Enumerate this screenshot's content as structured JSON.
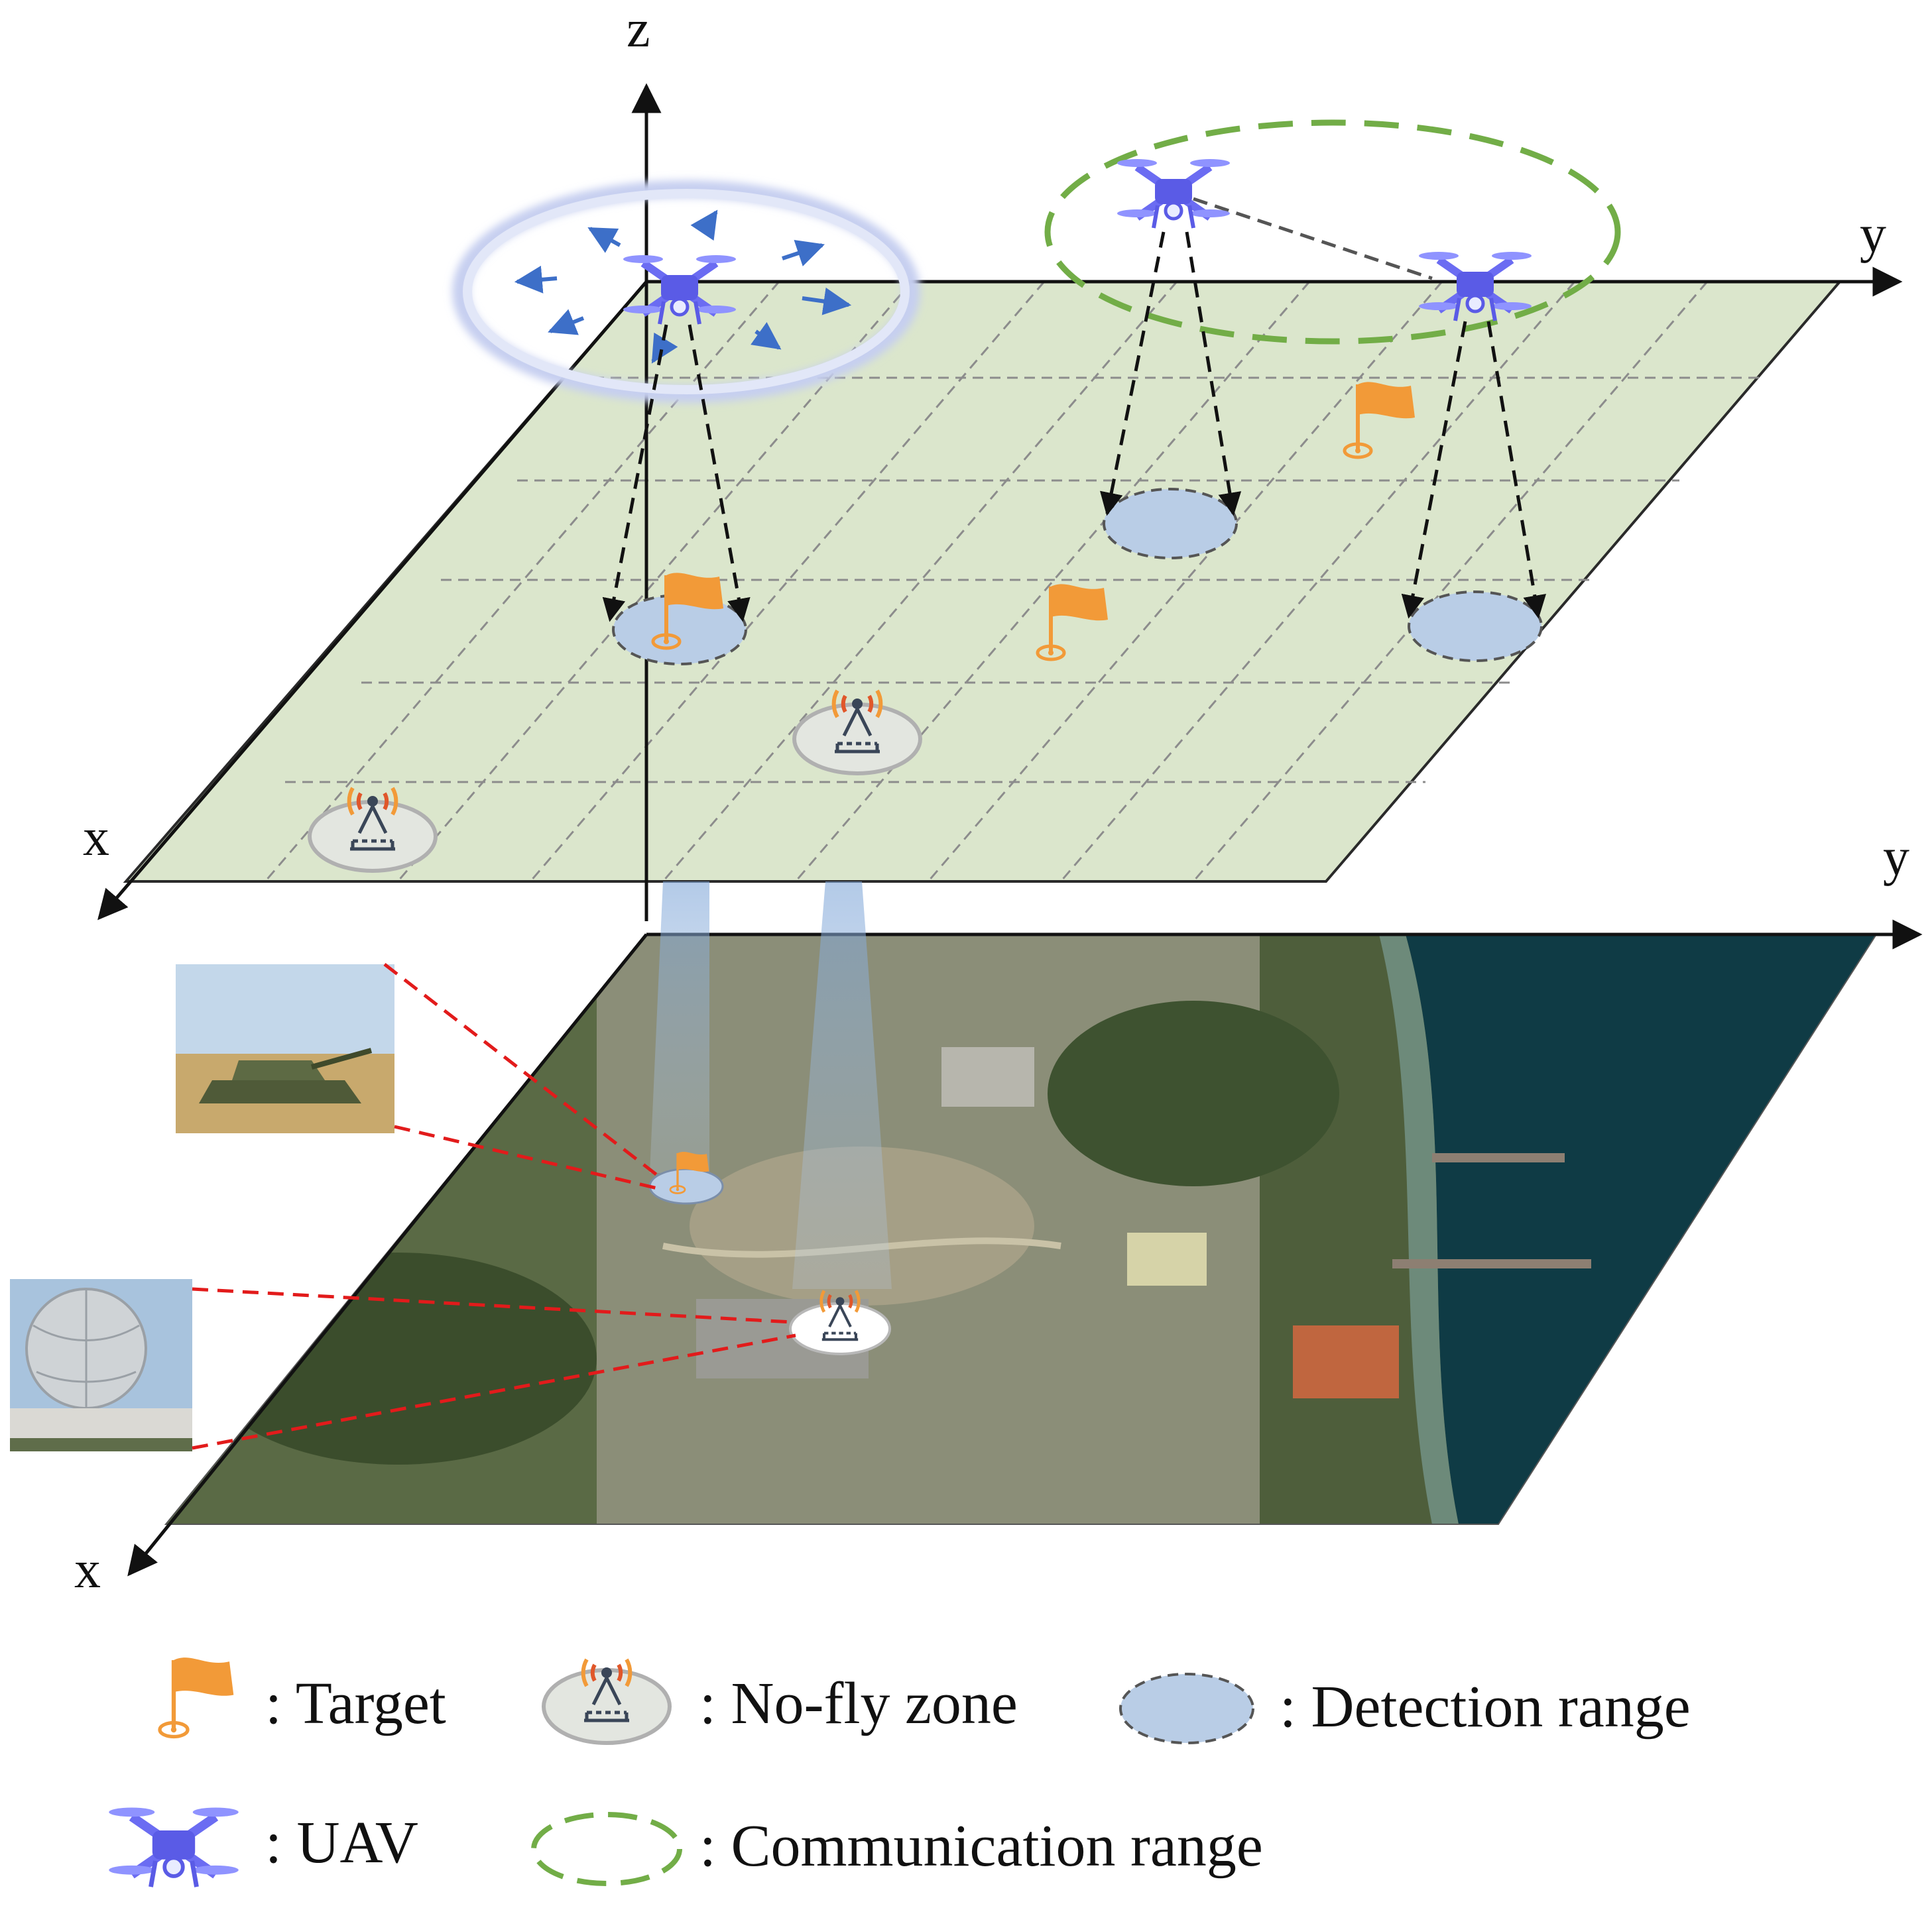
{
  "axes": {
    "top": {
      "z": "z",
      "y": "y",
      "x": "x"
    },
    "bottom": {
      "y": "y",
      "x": "x"
    }
  },
  "legend": {
    "target": ": Target",
    "no_fly_zone": ": No-fly zone",
    "detection_range": ": Detection range",
    "uav": ": UAV",
    "communication_range": ": Communication range"
  },
  "colors": {
    "plane_fill": "#dbe6cc",
    "grid_line": "#8c8c8c",
    "detection_fill": "#b9cde6",
    "communication_ring": "#72ad47",
    "uav": "#6b6cf2",
    "target_flag": "#f29a38",
    "no_fly_signal": "#e0572a",
    "connector_red": "#e21b1b",
    "movement_arrow": "#3d6fc8"
  },
  "icons": {
    "uav": "quadcopter-drone-icon",
    "target": "flag-icon",
    "no_fly_zone": "radar-tower-icon",
    "tank_photo": "tank-image",
    "radome_photo": "radar-dome-image",
    "terrain": "satellite-map-image"
  }
}
